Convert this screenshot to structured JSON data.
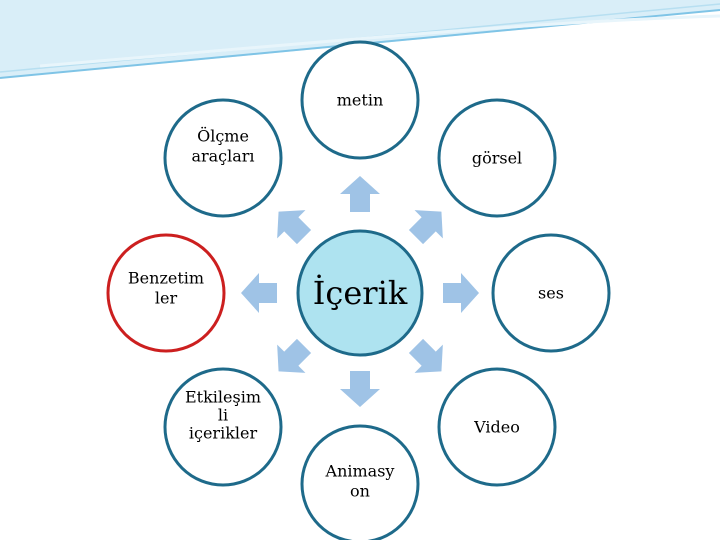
{
  "colors": {
    "header_band": "#d9eef8",
    "header_line": "#7fc4e6",
    "circle_border": "#1e6a8a",
    "highlight_border": "#cc1f1f",
    "center_fill": "#aee3f0",
    "arrow_fill": "#9fc3e6"
  },
  "diagram": {
    "center": {
      "label": "İçerik"
    },
    "nodes": [
      {
        "id": "metin",
        "label_lines": [
          "metin"
        ]
      },
      {
        "id": "gorsel",
        "label_lines": [
          "görsel"
        ]
      },
      {
        "id": "ses",
        "label_lines": [
          "ses"
        ]
      },
      {
        "id": "video",
        "label_lines": [
          "Video"
        ]
      },
      {
        "id": "animasyon",
        "label_lines": [
          "Animasy",
          "on"
        ]
      },
      {
        "id": "etkilesimli",
        "label_lines": [
          "Etkileşim",
          "li",
          "içerikler"
        ]
      },
      {
        "id": "benzetimler",
        "label_lines": [
          "Benzetim",
          "ler"
        ],
        "highlight": true
      },
      {
        "id": "olcme",
        "label_lines": [
          "Ölçme",
          "araçları"
        ]
      }
    ]
  }
}
